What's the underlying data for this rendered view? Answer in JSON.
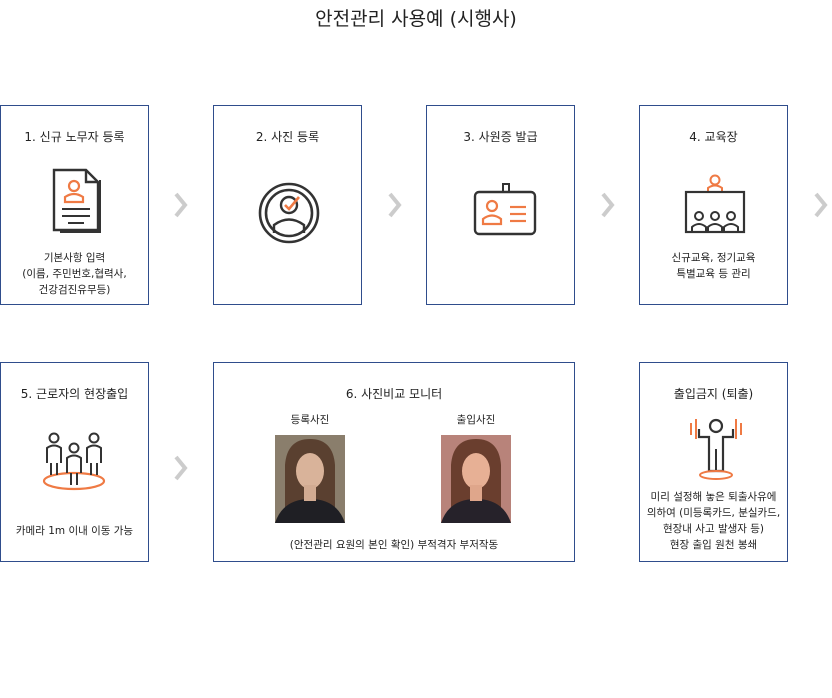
{
  "title": "안전관리 사용예 (시행사)",
  "steps": {
    "s1": {
      "title": "1. 신규 노무자 등록",
      "desc": [
        "기본사항 입력",
        "(이름, 주민번호,협력사,",
        "건강검진유무등)"
      ]
    },
    "s2": {
      "title": "2. 사진 등록"
    },
    "s3": {
      "title": "3. 사원증 발급"
    },
    "s4": {
      "title": "4. 교육장",
      "desc": [
        "신규교육, 정기교육",
        "특별교육 등 관리"
      ]
    },
    "s5": {
      "title": "5. 근로자의 현장출입",
      "desc": [
        "카메라 1m 이내 이동 가능"
      ]
    },
    "s6": {
      "title": "6. 사진비교 모니터",
      "photo_left_label": "등록사진",
      "photo_right_label": "출입사진",
      "desc": "(안전관리 요원의 본인 확인) 부적격자 부저작동"
    },
    "s7": {
      "title": "출입금지 (퇴출)",
      "desc": [
        "미리 설정해 놓은 퇴출사유에",
        "의하여 (미등록카드, 분실카드,",
        "현장내 사고 발생자 등)",
        "현장 출입 원천 봉쇄"
      ]
    }
  },
  "colors": {
    "border": "#2f4d8c",
    "accent": "#ef7a44",
    "icon": "#333333",
    "arrow": "#cccccc"
  }
}
